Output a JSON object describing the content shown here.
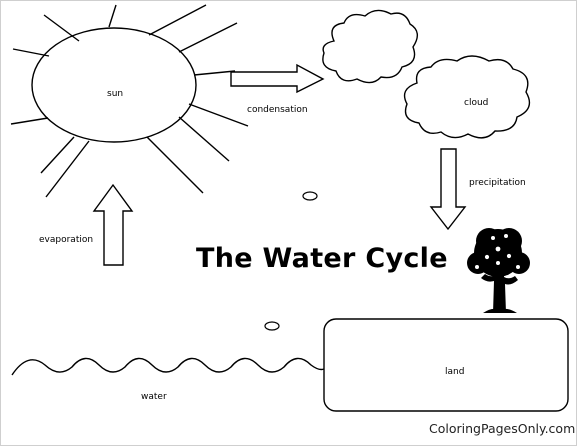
{
  "title": "The Water Cycle",
  "labels": {
    "sun": "sun",
    "condensation": "condensation",
    "cloud": "cloud",
    "precipitation": "precipitation",
    "evaporation": "evaporation",
    "land": "land",
    "water": "water"
  },
  "watermark": "ColoringPagesOnly.com",
  "colors": {
    "stroke": "#000000",
    "background": "#ffffff"
  },
  "icons": [
    "sun-icon",
    "cloud-icon",
    "tree-icon",
    "arrow-right-icon",
    "arrow-down-icon",
    "arrow-up-icon",
    "wave-icon"
  ]
}
